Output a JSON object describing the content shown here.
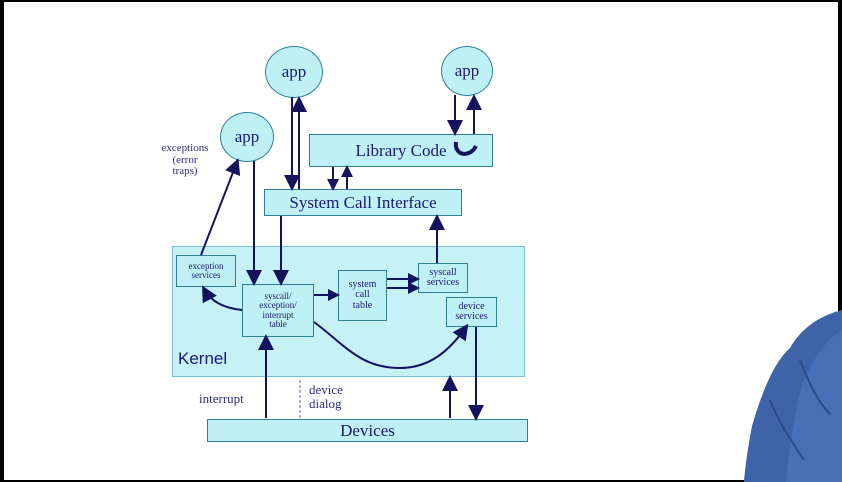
{
  "diagram": {
    "apps": [
      "app",
      "app",
      "app"
    ],
    "exceptions_note": "exceptions\n(error\ntraps)",
    "library_code": "Library Code",
    "system_call_interface": "System Call Interface",
    "kernel_label": "Kernel",
    "exception_services": "exception\nservices",
    "syscall_table": "syscall/\nexception/\ninterrupt\ntable",
    "system_call_table": "system\ncall\ntable",
    "syscall_services": "syscall\nservices",
    "device_services": "device\nservices",
    "interrupt_label": "interrupt",
    "device_dialog": "device\ndialog",
    "devices": "Devices"
  },
  "colors": {
    "box_fill": "#bff0f6",
    "box_border": "#2f7f9a",
    "arrow": "#14145e",
    "text": "#1a1a70",
    "note_text": "#2c2c86"
  }
}
